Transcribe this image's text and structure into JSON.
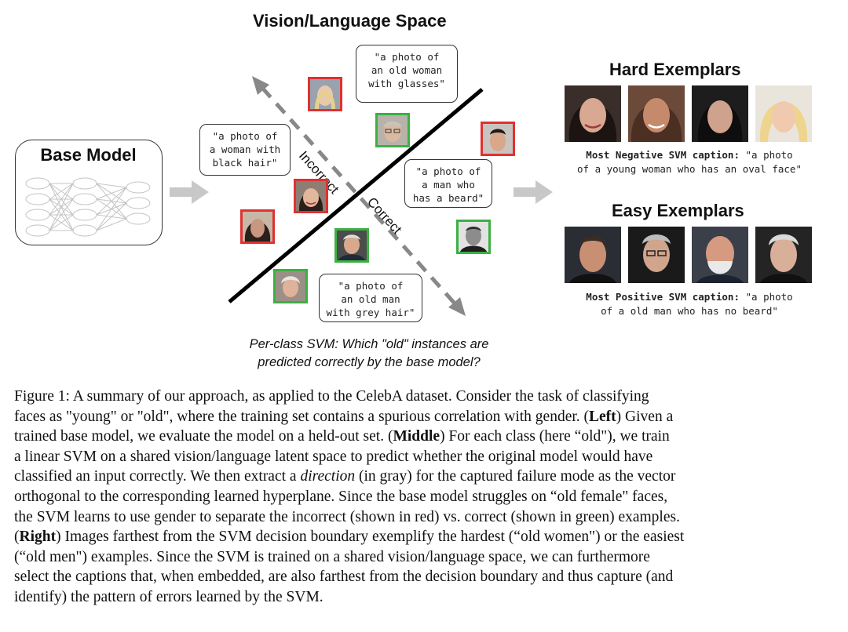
{
  "figure": {
    "vl_title": "Vision/Language Space",
    "base_model_label": "Base Model",
    "incorrect_label": "Incorrect",
    "correct_label": "Correct",
    "bubbles": {
      "old_woman": [
        "\"a photo of",
        "an old woman",
        "with glasses\""
      ],
      "black_hair": [
        "\"a photo of",
        "a woman with",
        "black hair\""
      ],
      "beard": [
        "\"a photo of",
        "a man who",
        "has a beard\""
      ],
      "grey_hair": [
        "\"a photo of",
        "an old man",
        "with grey hair\""
      ]
    },
    "svm_question": [
      "Per-class SVM: Which \"old\" instances are",
      "predicted correctly by the base model?"
    ],
    "hard_title": "Hard Exemplars",
    "easy_title": "Easy Exemplars",
    "hard_caption": {
      "bold": "Most Negative SVM caption:",
      "rest1": " \"a photo",
      "line2": "of a young woman who has an oval face\""
    },
    "easy_caption": {
      "bold": "Most Positive SVM caption:",
      "rest1": " \"a photo",
      "line2": "of a old man who has no beard\""
    },
    "colors": {
      "incorrect": "#e03131",
      "correct": "#3cb043",
      "arrow": "#888888",
      "boundary": "#000000"
    }
  },
  "caption": {
    "lines": [
      "Figure 1: A summary of our approach, as applied to the CelebA dataset. Consider the task of classifying",
      "faces as \"young\" or \"old\", where the training set contains a spurious correlation with gender. (",
      "trained base model, we evaluate the model on a held-out set. (",
      "a linear SVM on a shared vision/language latent space to predict whether the original model would have",
      "classified an input correctly. We then extract a ",
      "orthogonal to the corresponding learned hyperplane. Since the base model struggles on “old female\" faces,",
      "the SVM learns to use gender to separate the incorrect (shown in red) vs. correct (shown in green) examples.",
      "(",
      "(“old men\") examples. Since the SVM is trained on a shared vision/language space, we can furthermore",
      "select the captions that, when embedded, are also farthest from the decision boundary and thus capture (and",
      "identify) the pattern of errors learned by the SVM."
    ],
    "left_bold": "Left",
    "left_after": ") Given a",
    "middle_bold": "Middle",
    "middle_after": ") For each class (here “old\"), we train",
    "direction_italic": "direction",
    "direction_after": " (in gray) for the captured failure mode as the vector",
    "right_bold": "Right",
    "right_after": ") Images farthest from the SVM decision boundary exemplify the hardest (“old women\") or the easiest"
  }
}
